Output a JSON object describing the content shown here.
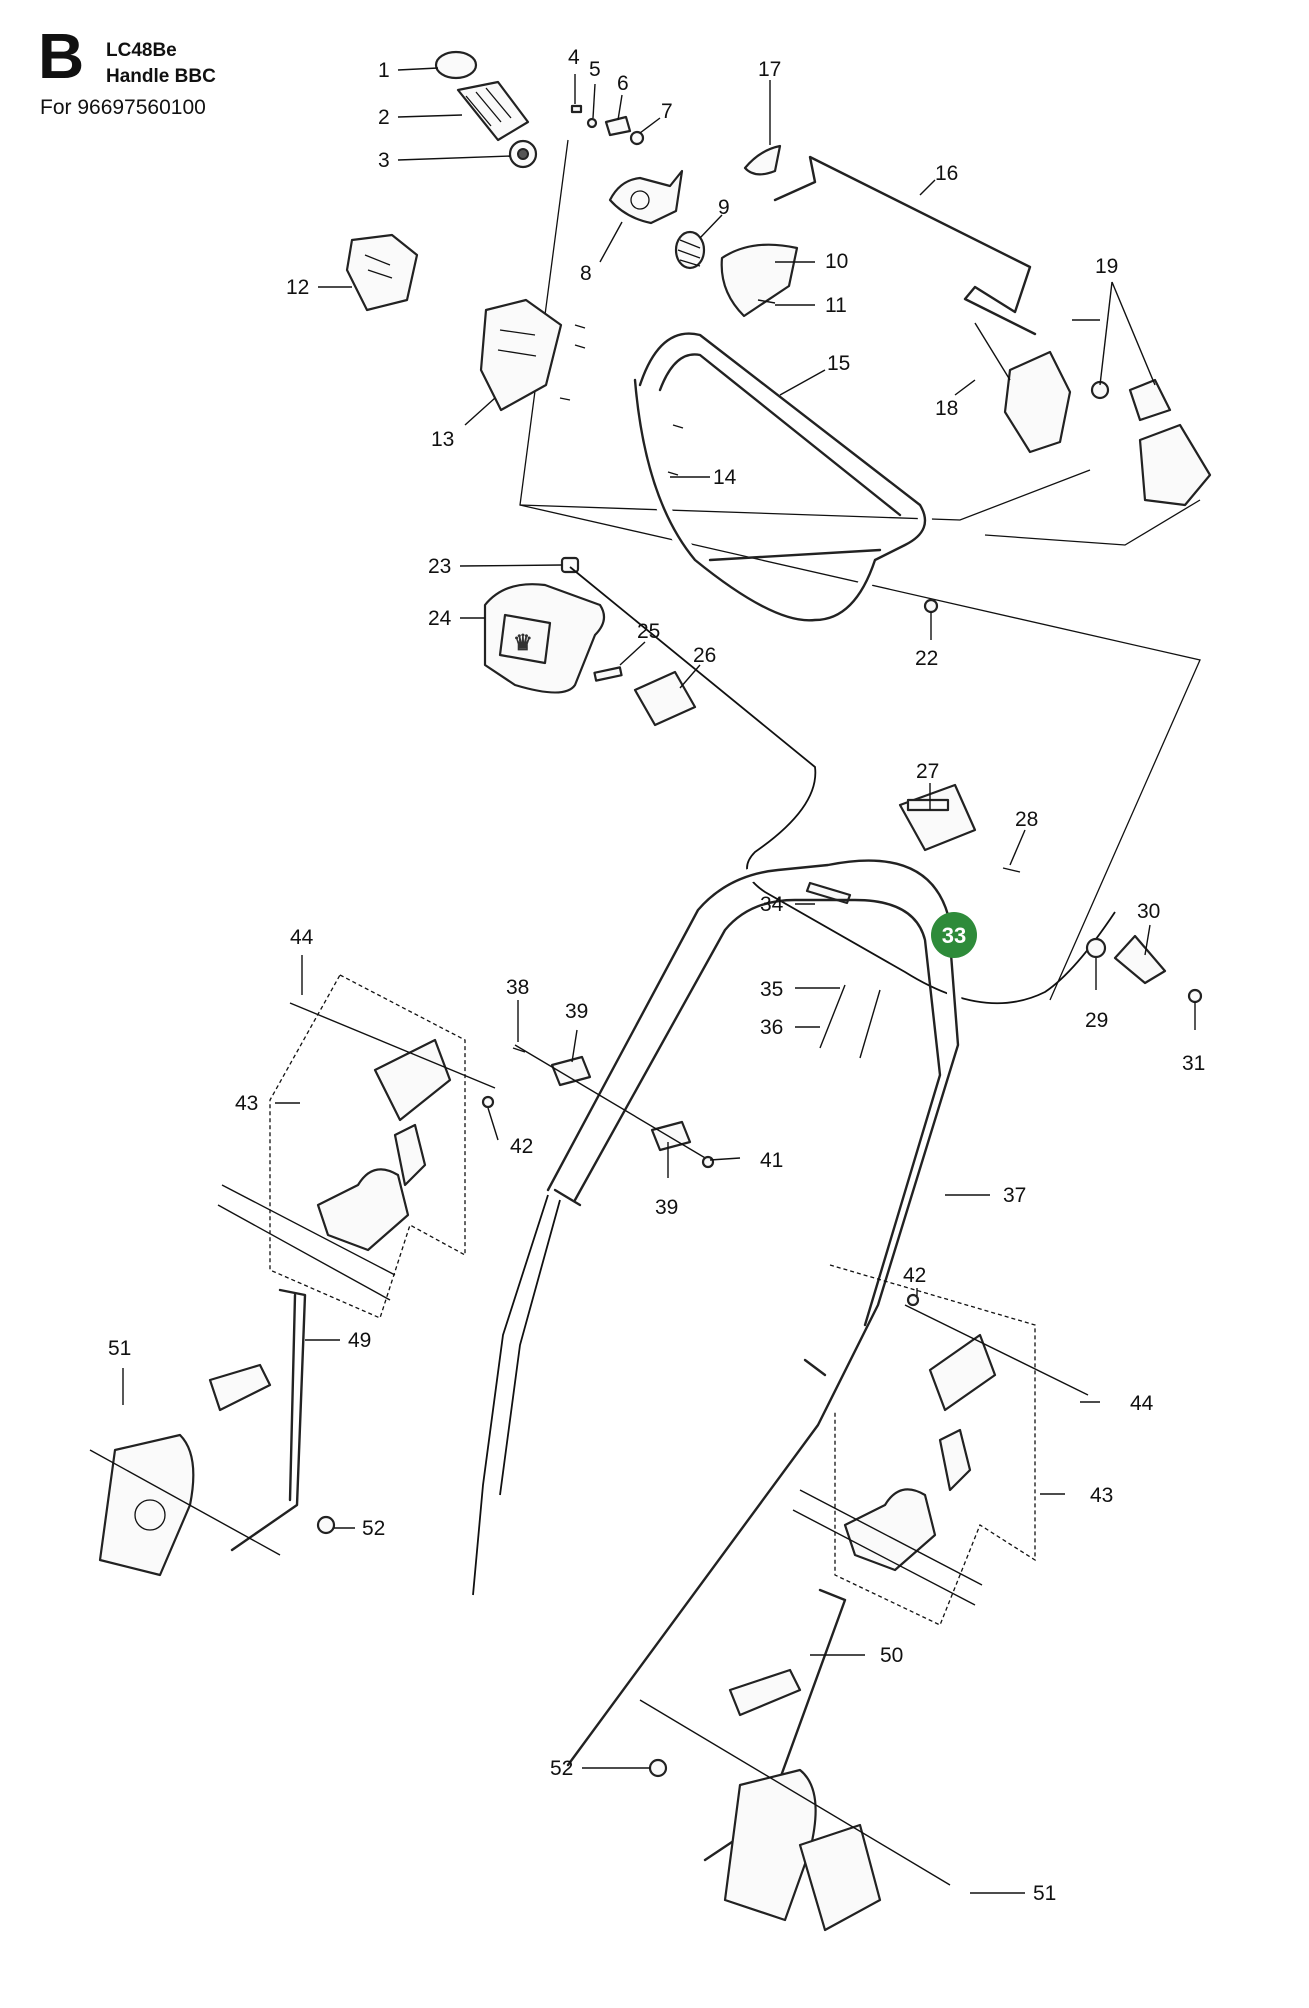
{
  "header": {
    "section_letter": "B",
    "model": "LC48Be",
    "assembly": "Handle BBC",
    "product": "For 96697560100"
  },
  "highlight": {
    "label": "33",
    "color": "#2e8b3a"
  },
  "callouts": [
    "1",
    "2",
    "3",
    "4",
    "5",
    "6",
    "7",
    "8",
    "9",
    "10",
    "11",
    "12",
    "13",
    "14",
    "15",
    "16",
    "17",
    "18",
    "19",
    "22",
    "23",
    "24",
    "25",
    "26",
    "27",
    "28",
    "34",
    "35",
    "36",
    "30",
    "29",
    "31",
    "44",
    "38",
    "39",
    "39b",
    "43",
    "42",
    "41",
    "37",
    "49",
    "51",
    "52",
    "42b",
    "44b",
    "43b",
    "50",
    "52b",
    "51b"
  ],
  "labels": {
    "1": "1",
    "2": "2",
    "3": "3",
    "4": "4",
    "5": "5",
    "6": "6",
    "7": "7",
    "8": "8",
    "9": "9",
    "10": "10",
    "11": "11",
    "12": "12",
    "13": "13",
    "14": "14",
    "15": "15",
    "16": "16",
    "17": "17",
    "18": "18",
    "19": "19",
    "22": "22",
    "23": "23",
    "24": "24",
    "25": "25",
    "26": "26",
    "27": "27",
    "28": "28",
    "29": "29",
    "30": "30",
    "31": "31",
    "34": "34",
    "35": "35",
    "36": "36",
    "37": "37",
    "38": "38",
    "39": "39",
    "39b": "39",
    "41": "41",
    "42": "42",
    "42b": "42",
    "43": "43",
    "43b": "43",
    "44": "44",
    "44b": "44",
    "49": "49",
    "50": "50",
    "51": "51",
    "51b": "51",
    "52": "52",
    "52b": "52"
  },
  "colors": {
    "line": "#111111",
    "part_fill": "#fafafa",
    "highlight": "#2e8b3a"
  }
}
